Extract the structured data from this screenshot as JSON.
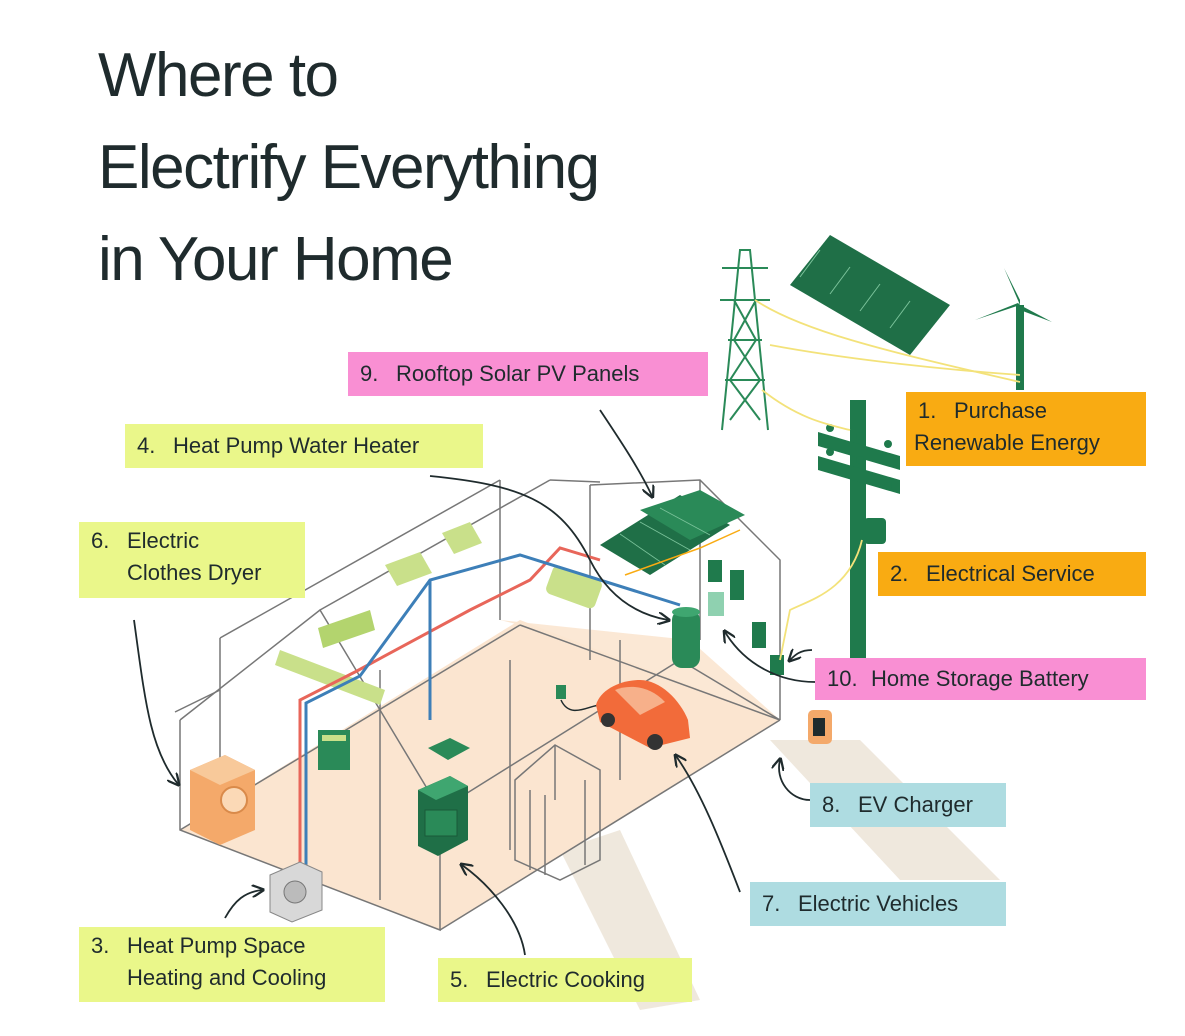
{
  "title": {
    "line1": "Where to",
    "line2": "Electrify Everything",
    "line3": "in Your Home"
  },
  "callouts": {
    "c1": {
      "num": "1.",
      "line1": "Purchase",
      "line2": "Renewable Energy"
    },
    "c2": {
      "num": "2.",
      "line1": "Electrical Service"
    },
    "c3": {
      "num": "3.",
      "line1": "Heat Pump Space",
      "line2": "Heating and Cooling"
    },
    "c4": {
      "num": "4.",
      "line1": "Heat Pump Water Heater"
    },
    "c5": {
      "num": "5.",
      "line1": "Electric Cooking"
    },
    "c6": {
      "num": "6.",
      "line1": "Electric",
      "line2": "Clothes Dryer"
    },
    "c7": {
      "num": "7.",
      "line1": "Electric Vehicles"
    },
    "c8": {
      "num": "8.",
      "line1": "EV Charger"
    },
    "c9": {
      "num": "9.",
      "line1": "Rooftop Solar PV Panels"
    },
    "c10": {
      "num": "10.",
      "line1": "Home Storage Battery"
    }
  },
  "colors": {
    "green_label": "#eaf78a",
    "orange_label": "#f9ab12",
    "pink_label": "#f98fd3",
    "blue_label": "#aedce1",
    "appliance_green": "#1f7a4c",
    "floor": "#fbe5d0",
    "car": "#f26b3a"
  }
}
